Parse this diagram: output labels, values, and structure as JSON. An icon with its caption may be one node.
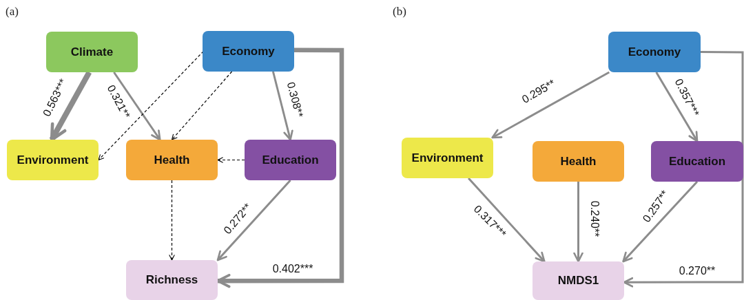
{
  "diagram": {
    "nodes": [
      {
        "text": [
          "Climate"
        ]
      },
      {
        "text": [
          "Economy"
        ]
      },
      {
        "text": [
          "Environment"
        ]
      },
      {
        "text": [
          "Health"
        ]
      },
      {
        "text": [
          "Education"
        ]
      },
      {
        "text": [
          "Richness"
        ]
      },
      {
        "text": [
          "Economy"
        ]
      },
      {
        "text": [
          "Environment"
        ]
      },
      {
        "text": [
          "Health"
        ]
      },
      {
        "text": [
          "Education"
        ]
      },
      {
        "text": [
          "NMDS1"
        ]
      }
    ],
    "edges": [
      {
        "from": 0,
        "to": 2,
        "arrow": "to",
        "label": "0.563***",
        "style": "thick"
      },
      {
        "from": 0,
        "to": 3,
        "arrow": "to",
        "label": "0.321**"
      },
      {
        "from": 1,
        "to": 2,
        "arrow": "to",
        "style": "dashed",
        "color": "#000000"
      },
      {
        "from": 1,
        "to": 3,
        "arrow": "to",
        "style": "dashed",
        "color": "#000000"
      },
      {
        "from": 1,
        "to": 4,
        "arrow": "to",
        "label": "0.308**"
      },
      {
        "from": 4,
        "to": 3,
        "arrow": "to",
        "style": "dashed",
        "color": "#000000"
      },
      {
        "from": 3,
        "to": 5,
        "arrow": "to",
        "style": "dashed",
        "color": "#000000"
      },
      {
        "from": 4,
        "to": 5,
        "arrow": "to",
        "label": "0.272**"
      },
      {
        "from": 1,
        "to": 5,
        "arrow": "to",
        "label": "0.402***",
        "style": "thick"
      },
      {
        "from": 6,
        "to": 7,
        "arrow": "to",
        "label": "0.295**"
      },
      {
        "from": 6,
        "to": 9,
        "arrow": "to",
        "label": "0.357***"
      },
      {
        "from": 7,
        "to": 10,
        "arrow": "to",
        "label": "0.317***"
      },
      {
        "from": 8,
        "to": 10,
        "arrow": "to",
        "label": "0.240**"
      },
      {
        "from": 9,
        "to": 10,
        "arrow": "to",
        "label": "0.257**"
      },
      {
        "from": 6,
        "to": 10,
        "arrow": "to",
        "label": "0.270**"
      }
    ],
    "labels": [
      "(a)",
      "(b)"
    ]
  }
}
